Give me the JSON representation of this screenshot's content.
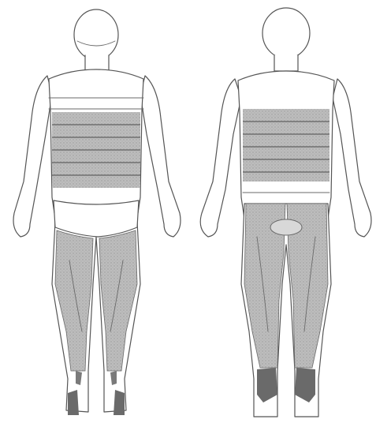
{
  "figure": {
    "views": [
      {
        "id": "front",
        "label": ""
      },
      {
        "id": "back",
        "label": ""
      }
    ],
    "colors": {
      "background": "#ffffff",
      "outline": "#555555",
      "shaded_region": "#b4b4b4",
      "shaded_texture": "#9a9a9a",
      "dark_region": "#6a6a6a"
    },
    "regions": {
      "front": [
        "torso-band",
        "thighs",
        "lower-legs",
        "heels"
      ],
      "back": [
        "torso-band",
        "buttocks-and-thighs",
        "calves",
        "heels"
      ]
    }
  }
}
